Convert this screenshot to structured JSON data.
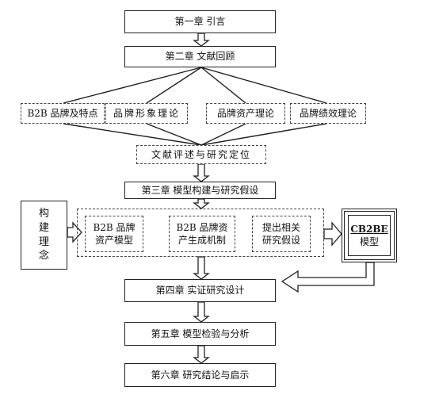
{
  "chapter1": "第一章  引言",
  "chapter2": "第二章  文献回顾",
  "theories": [
    "B2B 品牌及特点",
    "品牌形象理论",
    "品牌资产理论",
    "品牌绩效理论"
  ],
  "review": "文献评述与研究定位",
  "chapter3": "第三章  模型构建与研究假设",
  "side_label": [
    "构",
    "建",
    "理",
    "念"
  ],
  "model_items": [
    [
      "B2B 品牌",
      "资产模型"
    ],
    [
      "B2B  品牌资",
      "产生成机制"
    ],
    [
      "提出相关",
      "研究假设"
    ]
  ],
  "model_box": [
    "CB2BE",
    "模型"
  ],
  "chapter4": "第四章  实证研究设计",
  "chapter5": "第五章  模型检验与分析",
  "chapter6": "第六章  研究结论与启示"
}
